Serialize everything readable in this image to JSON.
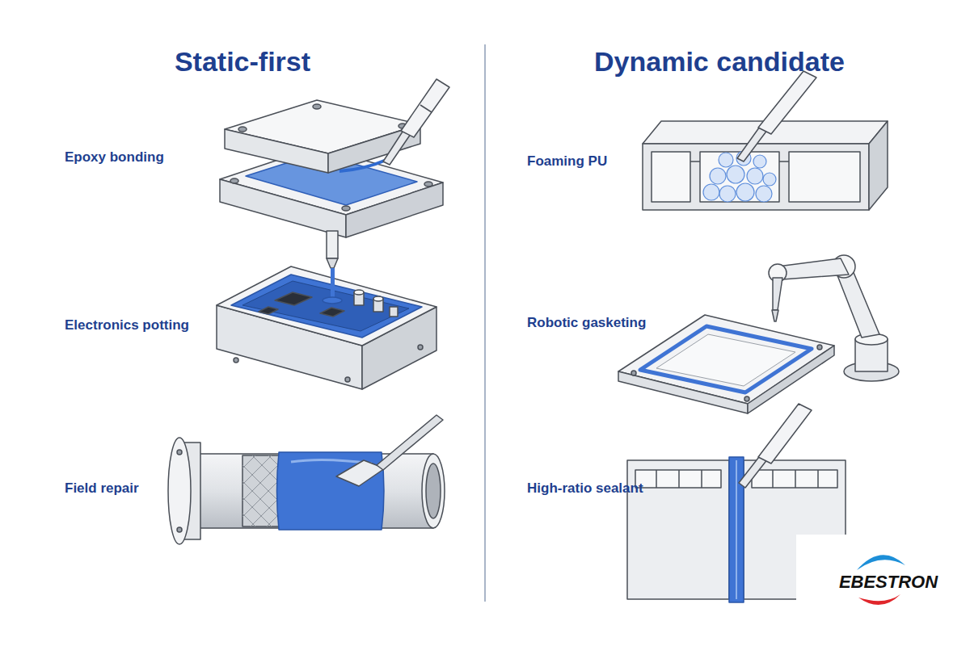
{
  "diagram": {
    "labels": [
      "Static-first",
      "Dynamic candidate",
      "Epoxy bonding",
      "Electronics potting",
      "Field repair",
      "Foaming PU",
      "Robotic gasketing",
      "High-ratio sealant",
      "EBESTRON"
    ]
  }
}
